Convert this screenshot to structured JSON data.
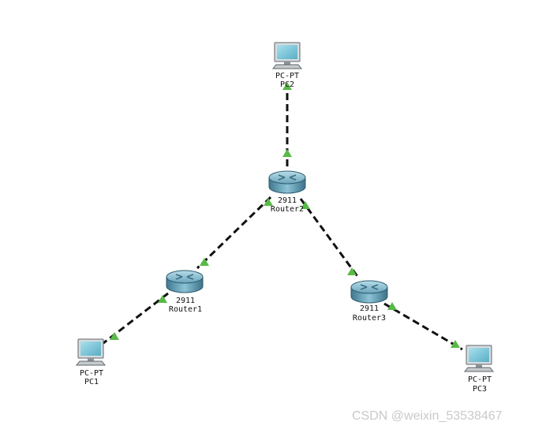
{
  "devices": {
    "pc2": {
      "model": "PC-PT",
      "name": "PC2"
    },
    "router2": {
      "model": "2911",
      "name": "Router2"
    },
    "router1": {
      "model": "2911",
      "name": "Router1"
    },
    "router3": {
      "model": "2911",
      "name": "Router3"
    },
    "pc1": {
      "model": "PC-PT",
      "name": "PC1"
    },
    "pc3": {
      "model": "PC-PT",
      "name": "PC3"
    }
  },
  "links": [
    {
      "from": "PC2",
      "to": "Router2",
      "status": "up"
    },
    {
      "from": "Router2",
      "to": "Router1",
      "status": "up"
    },
    {
      "from": "Router2",
      "to": "Router3",
      "status": "up"
    },
    {
      "from": "Router1",
      "to": "PC1",
      "status": "up"
    },
    {
      "from": "Router3",
      "to": "PC3",
      "status": "up"
    }
  ],
  "colors": {
    "link": "#111111",
    "link_up_indicator": "#58b947",
    "router_body": "#5f97ad",
    "pc_screen": "#7fc6d8"
  },
  "watermark": "CSDN @weixin_53538467"
}
